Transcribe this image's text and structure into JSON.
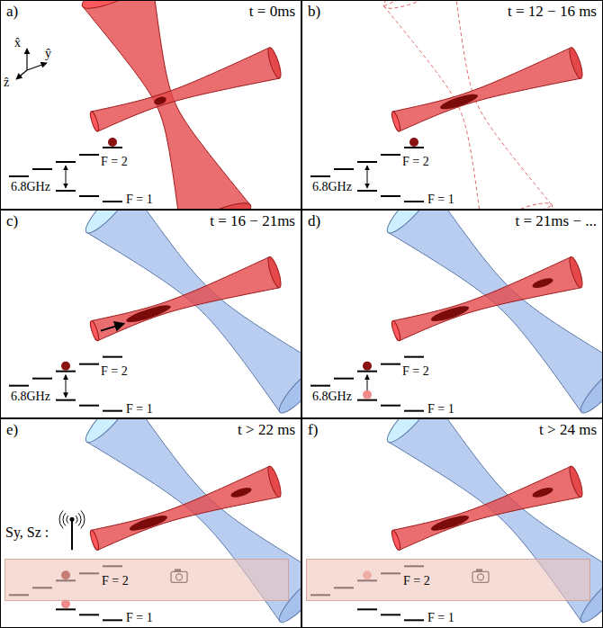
{
  "diagram": {
    "nodes": [
      {
        "text": [
          "a)",
          "t = 0ms"
        ]
      },
      {
        "text": [
          "b)",
          "t = 12 − 16 ms"
        ]
      },
      {
        "text": [
          "c)",
          "t = 16 − 21ms"
        ]
      },
      {
        "text": [
          "d)",
          "t = 21ms − ..."
        ]
      },
      {
        "text": [
          "e)",
          "t > 22 ms"
        ]
      },
      {
        "text": [
          "f)",
          "t > 24 ms"
        ]
      },
      {
        "text": [
          "F = 2"
        ],
        "in": 4
      },
      {
        "text": [
          "F = 2"
        ],
        "in": 5
      }
    ],
    "labels": [
      "x̂",
      "ŷ",
      "ẑ",
      "6.8GHz",
      "F = 2",
      "F = 1",
      "6.8GHz",
      "F = 2",
      "F = 1",
      "6.8GHz",
      "F = 2",
      "F = 1",
      "6.8GHz",
      "F = 2",
      "F = 1",
      "Sy, Sz :",
      "F = 1",
      "F = 1"
    ]
  }
}
